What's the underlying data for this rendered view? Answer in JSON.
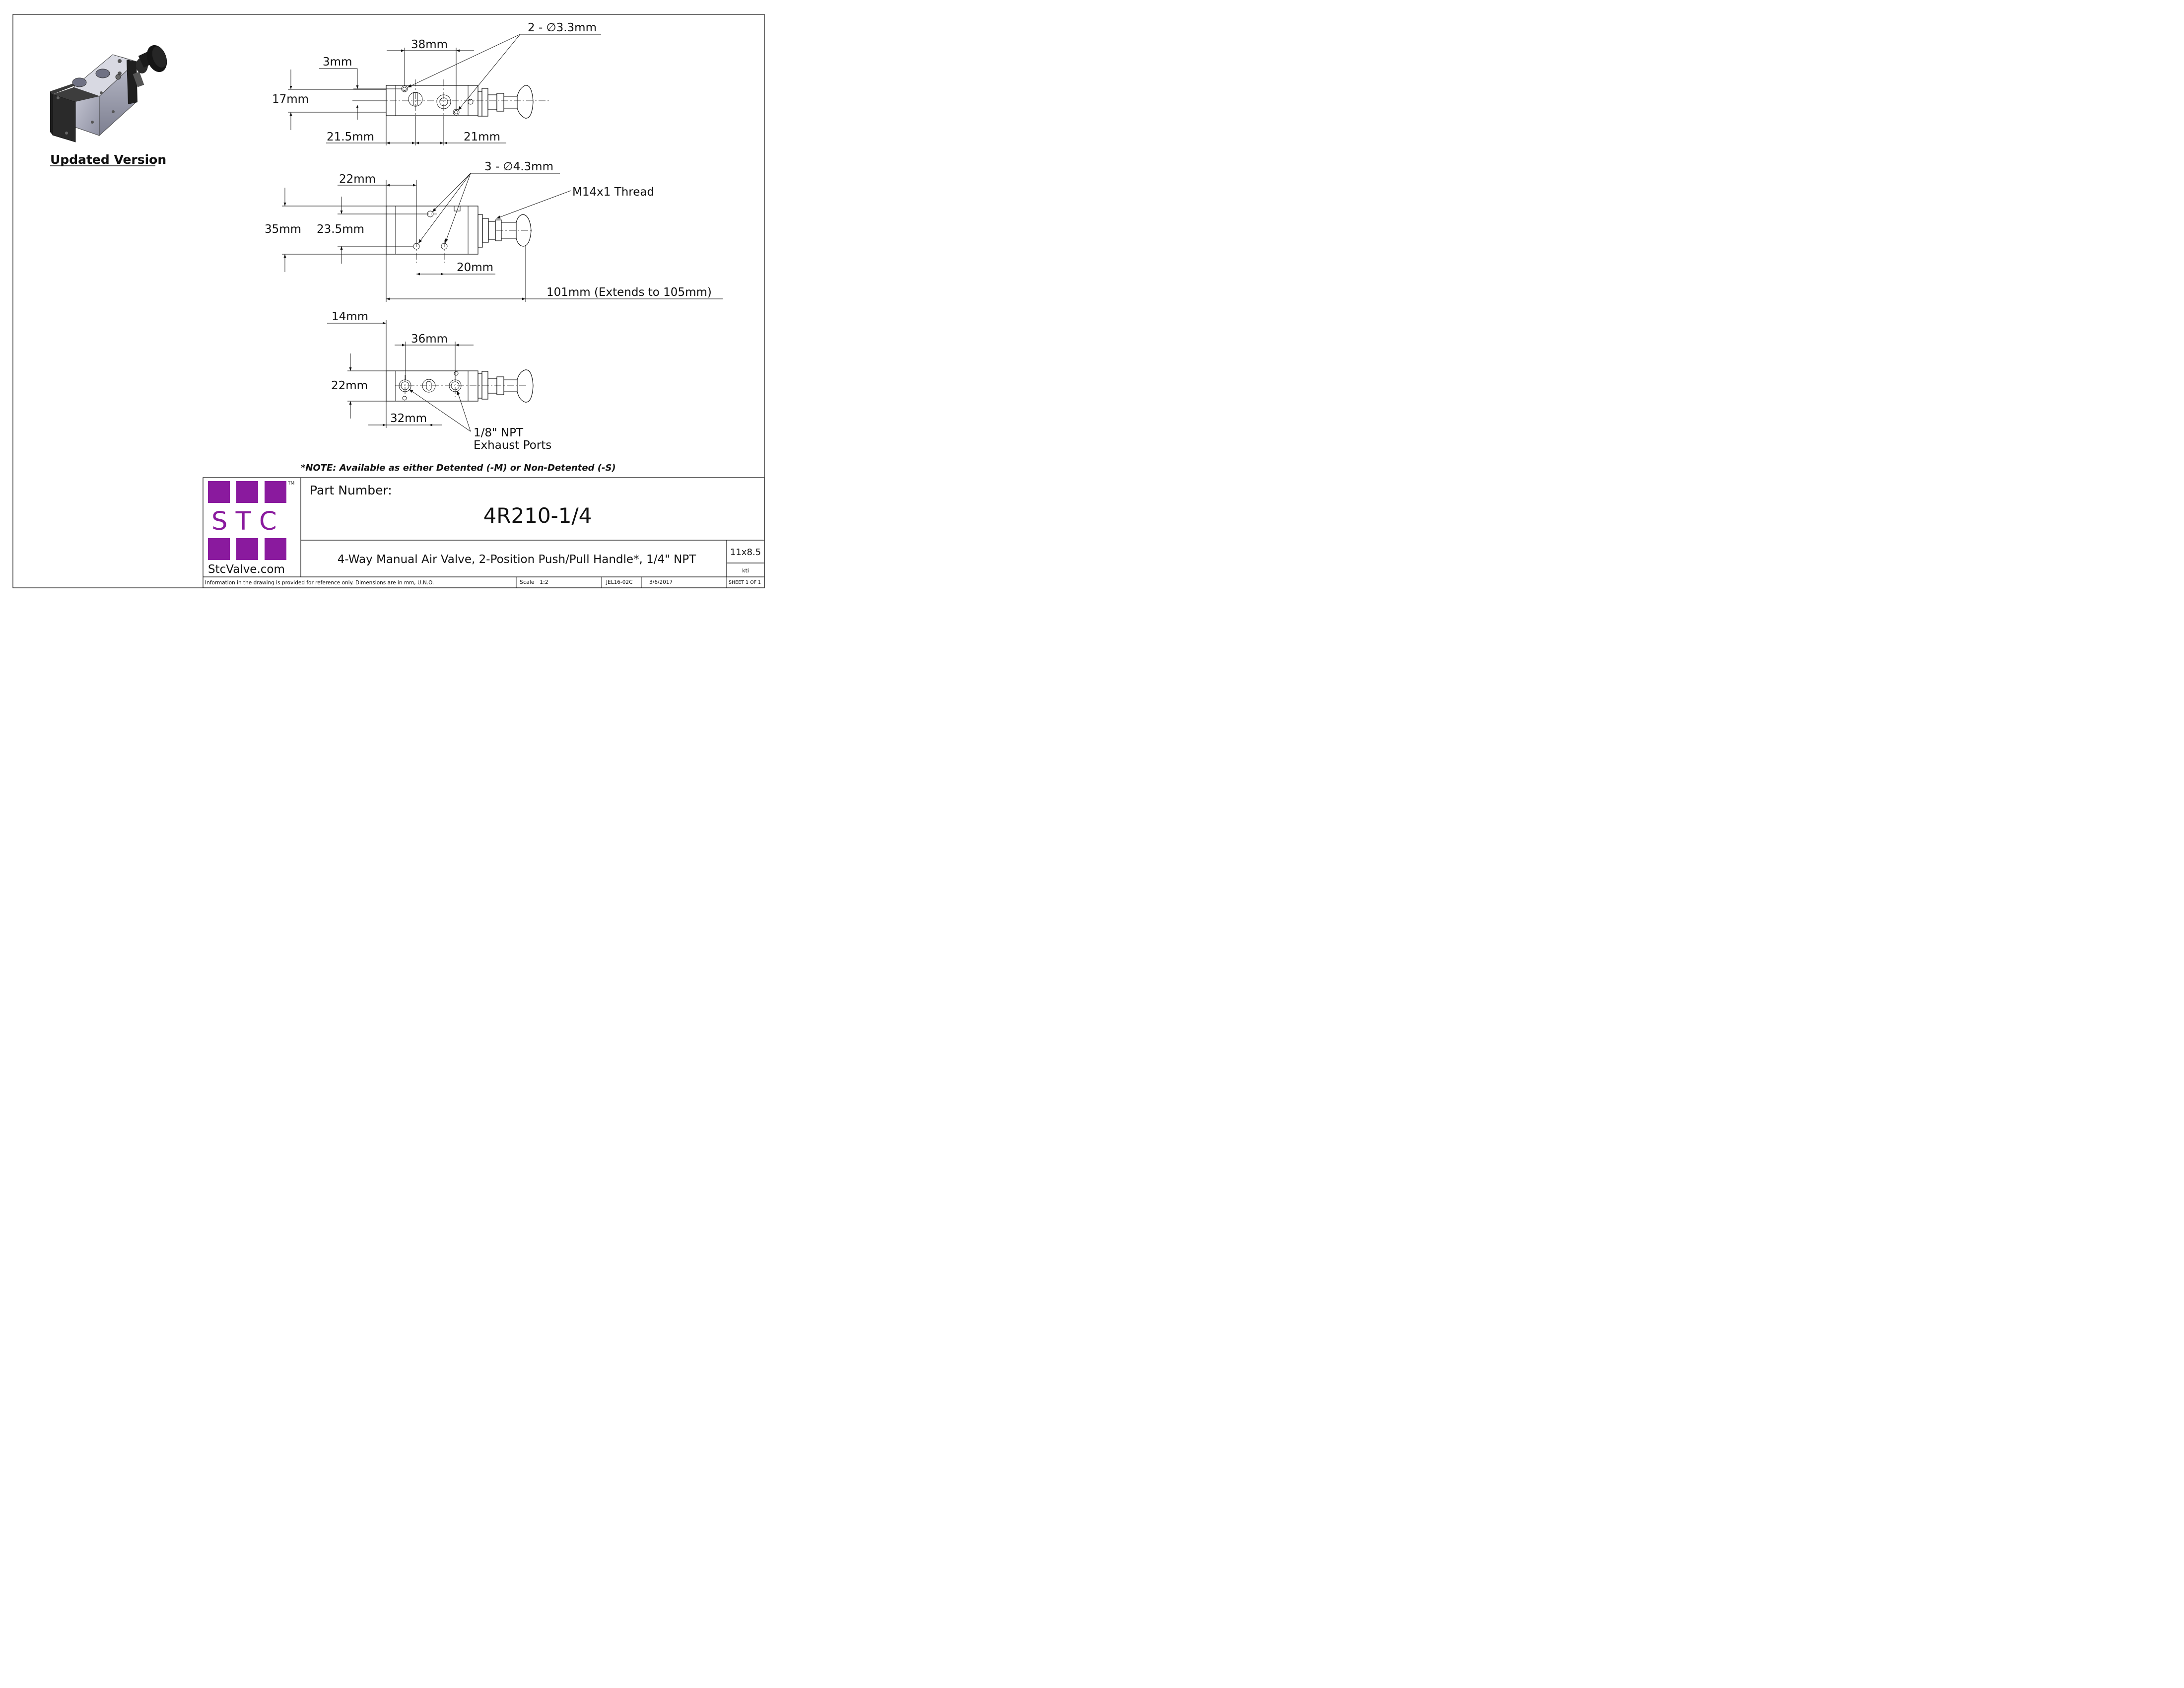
{
  "iso_caption": "Updated Version",
  "note": "*NOTE: Available as either Detented (-M) or Non-Detented (-S)",
  "views": {
    "top": {
      "holes_callout": "2 - ∅3.3mm",
      "d_38": "38mm",
      "d_3": "3mm",
      "d_17": "17mm",
      "d_21_5": "21.5mm",
      "d_21": "21mm"
    },
    "side": {
      "holes_callout": "3 - ∅4.3mm",
      "d_22": "22mm",
      "thread": "M14x1 Thread",
      "d_35": "35mm",
      "d_23_5": "23.5mm",
      "d_20": "20mm",
      "d_101": "101mm (Extends to 105mm)"
    },
    "bottom": {
      "d_14": "14mm",
      "d_36": "36mm",
      "d_22": "22mm",
      "d_32": "32mm",
      "exhaust_line1": "1/8\" NPT",
      "exhaust_line2": "Exhaust Ports"
    }
  },
  "title_block": {
    "logo_letters": "S T C",
    "logo_tm": "TM",
    "logo_site": "StcValve.com",
    "part_label": "Part Number:",
    "part_number": "4R210-1/4",
    "description": "4-Way Manual Air Valve, 2-Position Push/Pull Handle*, 1/4\" NPT",
    "size": "11x8.5",
    "author": "kti",
    "disclaimer": "Information in the drawing is provided for reference only. Dimensions are in mm, U.N.O.",
    "scale": "Scale   1:2",
    "drawing_no": "JEL16-02C",
    "date": "3/6/2017",
    "sheet": "SHEET 1 OF 1",
    "logo_color": "#8a1a9e"
  }
}
